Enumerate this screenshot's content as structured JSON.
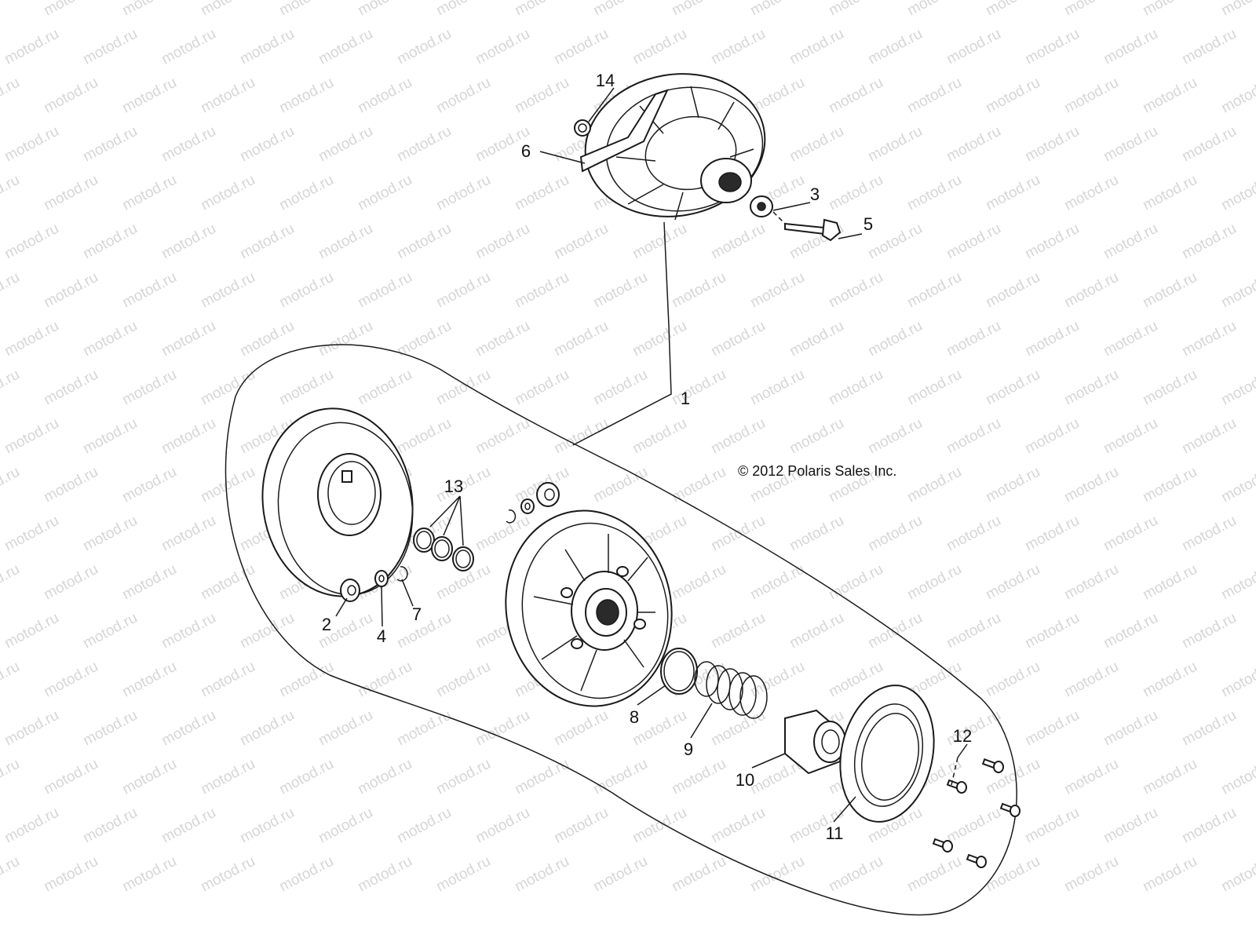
{
  "watermark": {
    "text": "motod.ru",
    "color": "#d6d6d6"
  },
  "copyright": "© 2012 Polaris Sales Inc.",
  "callouts": [
    {
      "id": "1",
      "label": "1"
    },
    {
      "id": "2",
      "label": "2"
    },
    {
      "id": "3",
      "label": "3"
    },
    {
      "id": "4",
      "label": "4"
    },
    {
      "id": "5",
      "label": "5"
    },
    {
      "id": "6",
      "label": "6"
    },
    {
      "id": "7",
      "label": "7"
    },
    {
      "id": "8",
      "label": "8"
    },
    {
      "id": "9",
      "label": "9"
    },
    {
      "id": "10",
      "label": "10"
    },
    {
      "id": "11",
      "label": "11"
    },
    {
      "id": "12",
      "label": "12"
    },
    {
      "id": "13",
      "label": "13"
    },
    {
      "id": "14",
      "label": "14"
    }
  ]
}
